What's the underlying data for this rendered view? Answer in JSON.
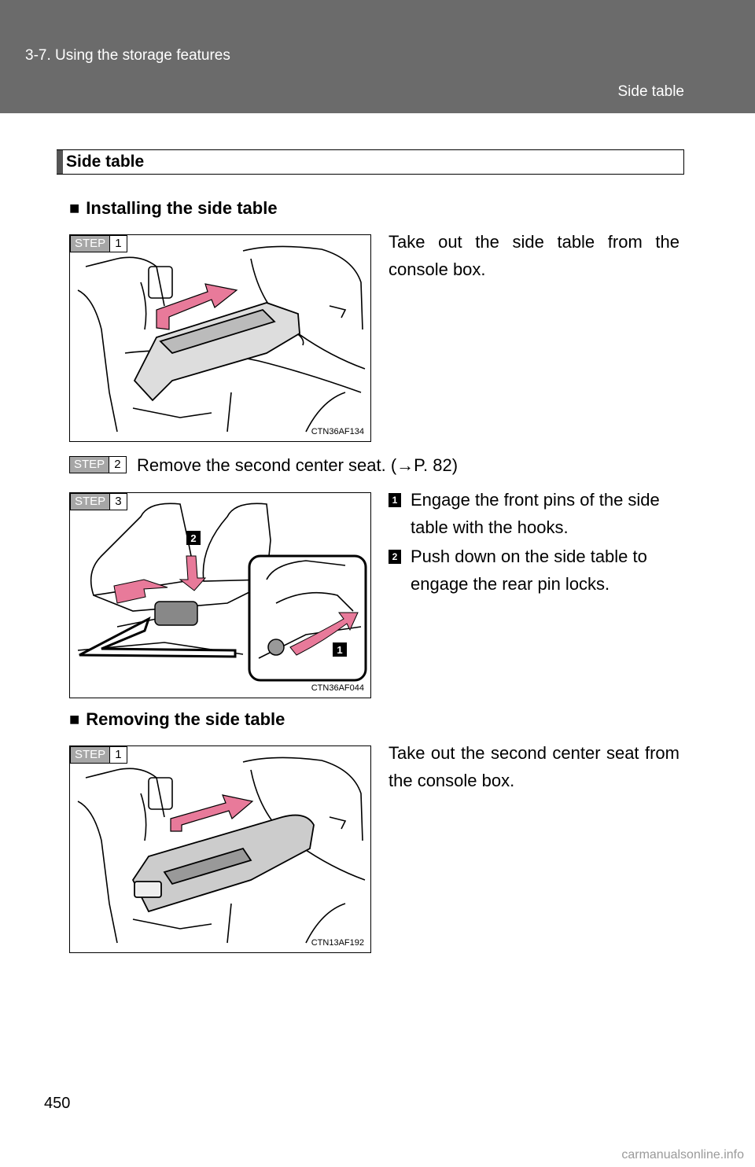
{
  "header": {
    "section": "3-7. Using the storage features",
    "topic": "Side table"
  },
  "section_title": "Side table",
  "install": {
    "heading": "Installing the side table",
    "bullet": "■",
    "step1": {
      "label": "STEP",
      "num": "1",
      "text": "Take out the side table from the console box.",
      "figure_code": "CTN36AF134"
    },
    "step2": {
      "label": "STEP",
      "num": "2",
      "text": "Remove the second center seat. (→P. 82)"
    },
    "step3": {
      "label": "STEP",
      "num": "3",
      "figure_code": "CTN36AF044",
      "items": [
        {
          "marker": "1",
          "text": "Engage the front pins of the side table with the hooks."
        },
        {
          "marker": "2",
          "text": "Push down on the side table to engage the rear pin locks."
        }
      ]
    }
  },
  "remove": {
    "heading": "Removing the side table",
    "bullet": "■",
    "step1": {
      "label": "STEP",
      "num": "1",
      "text": "Take out the second center seat from the console box.",
      "figure_code": "CTN13AF192"
    }
  },
  "page_number": "450",
  "footer_site": "carmanualsonline.info",
  "colors": {
    "header_bg": "#6b6b6b",
    "arrow": "#e87a9a",
    "step_label": "#a6a6a6"
  }
}
